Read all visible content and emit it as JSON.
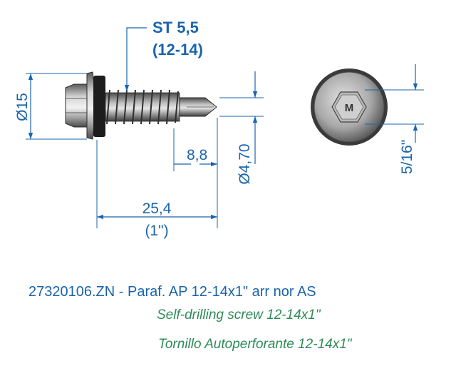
{
  "thread_label": {
    "line1": "ST 5,5",
    "line2": "(12-14)"
  },
  "dimensions": {
    "washer_diameter": "Ø15",
    "drill_length": "8,8",
    "drill_diameter": "Ø4,70",
    "total_length": "25,4",
    "total_length_inch": "(1\")",
    "hex_size": "5/16\""
  },
  "head_logo": "M",
  "captions": {
    "code": "27320106.ZN - Paraf. AP 12-14x1\" arr nor AS",
    "english": "Self-drilling screw 12-14x1\"",
    "spanish": "Tornillo Autoperforante 12-14x1\""
  },
  "colors": {
    "dimension": "#1a64ad",
    "translation": "#2e8b57"
  }
}
